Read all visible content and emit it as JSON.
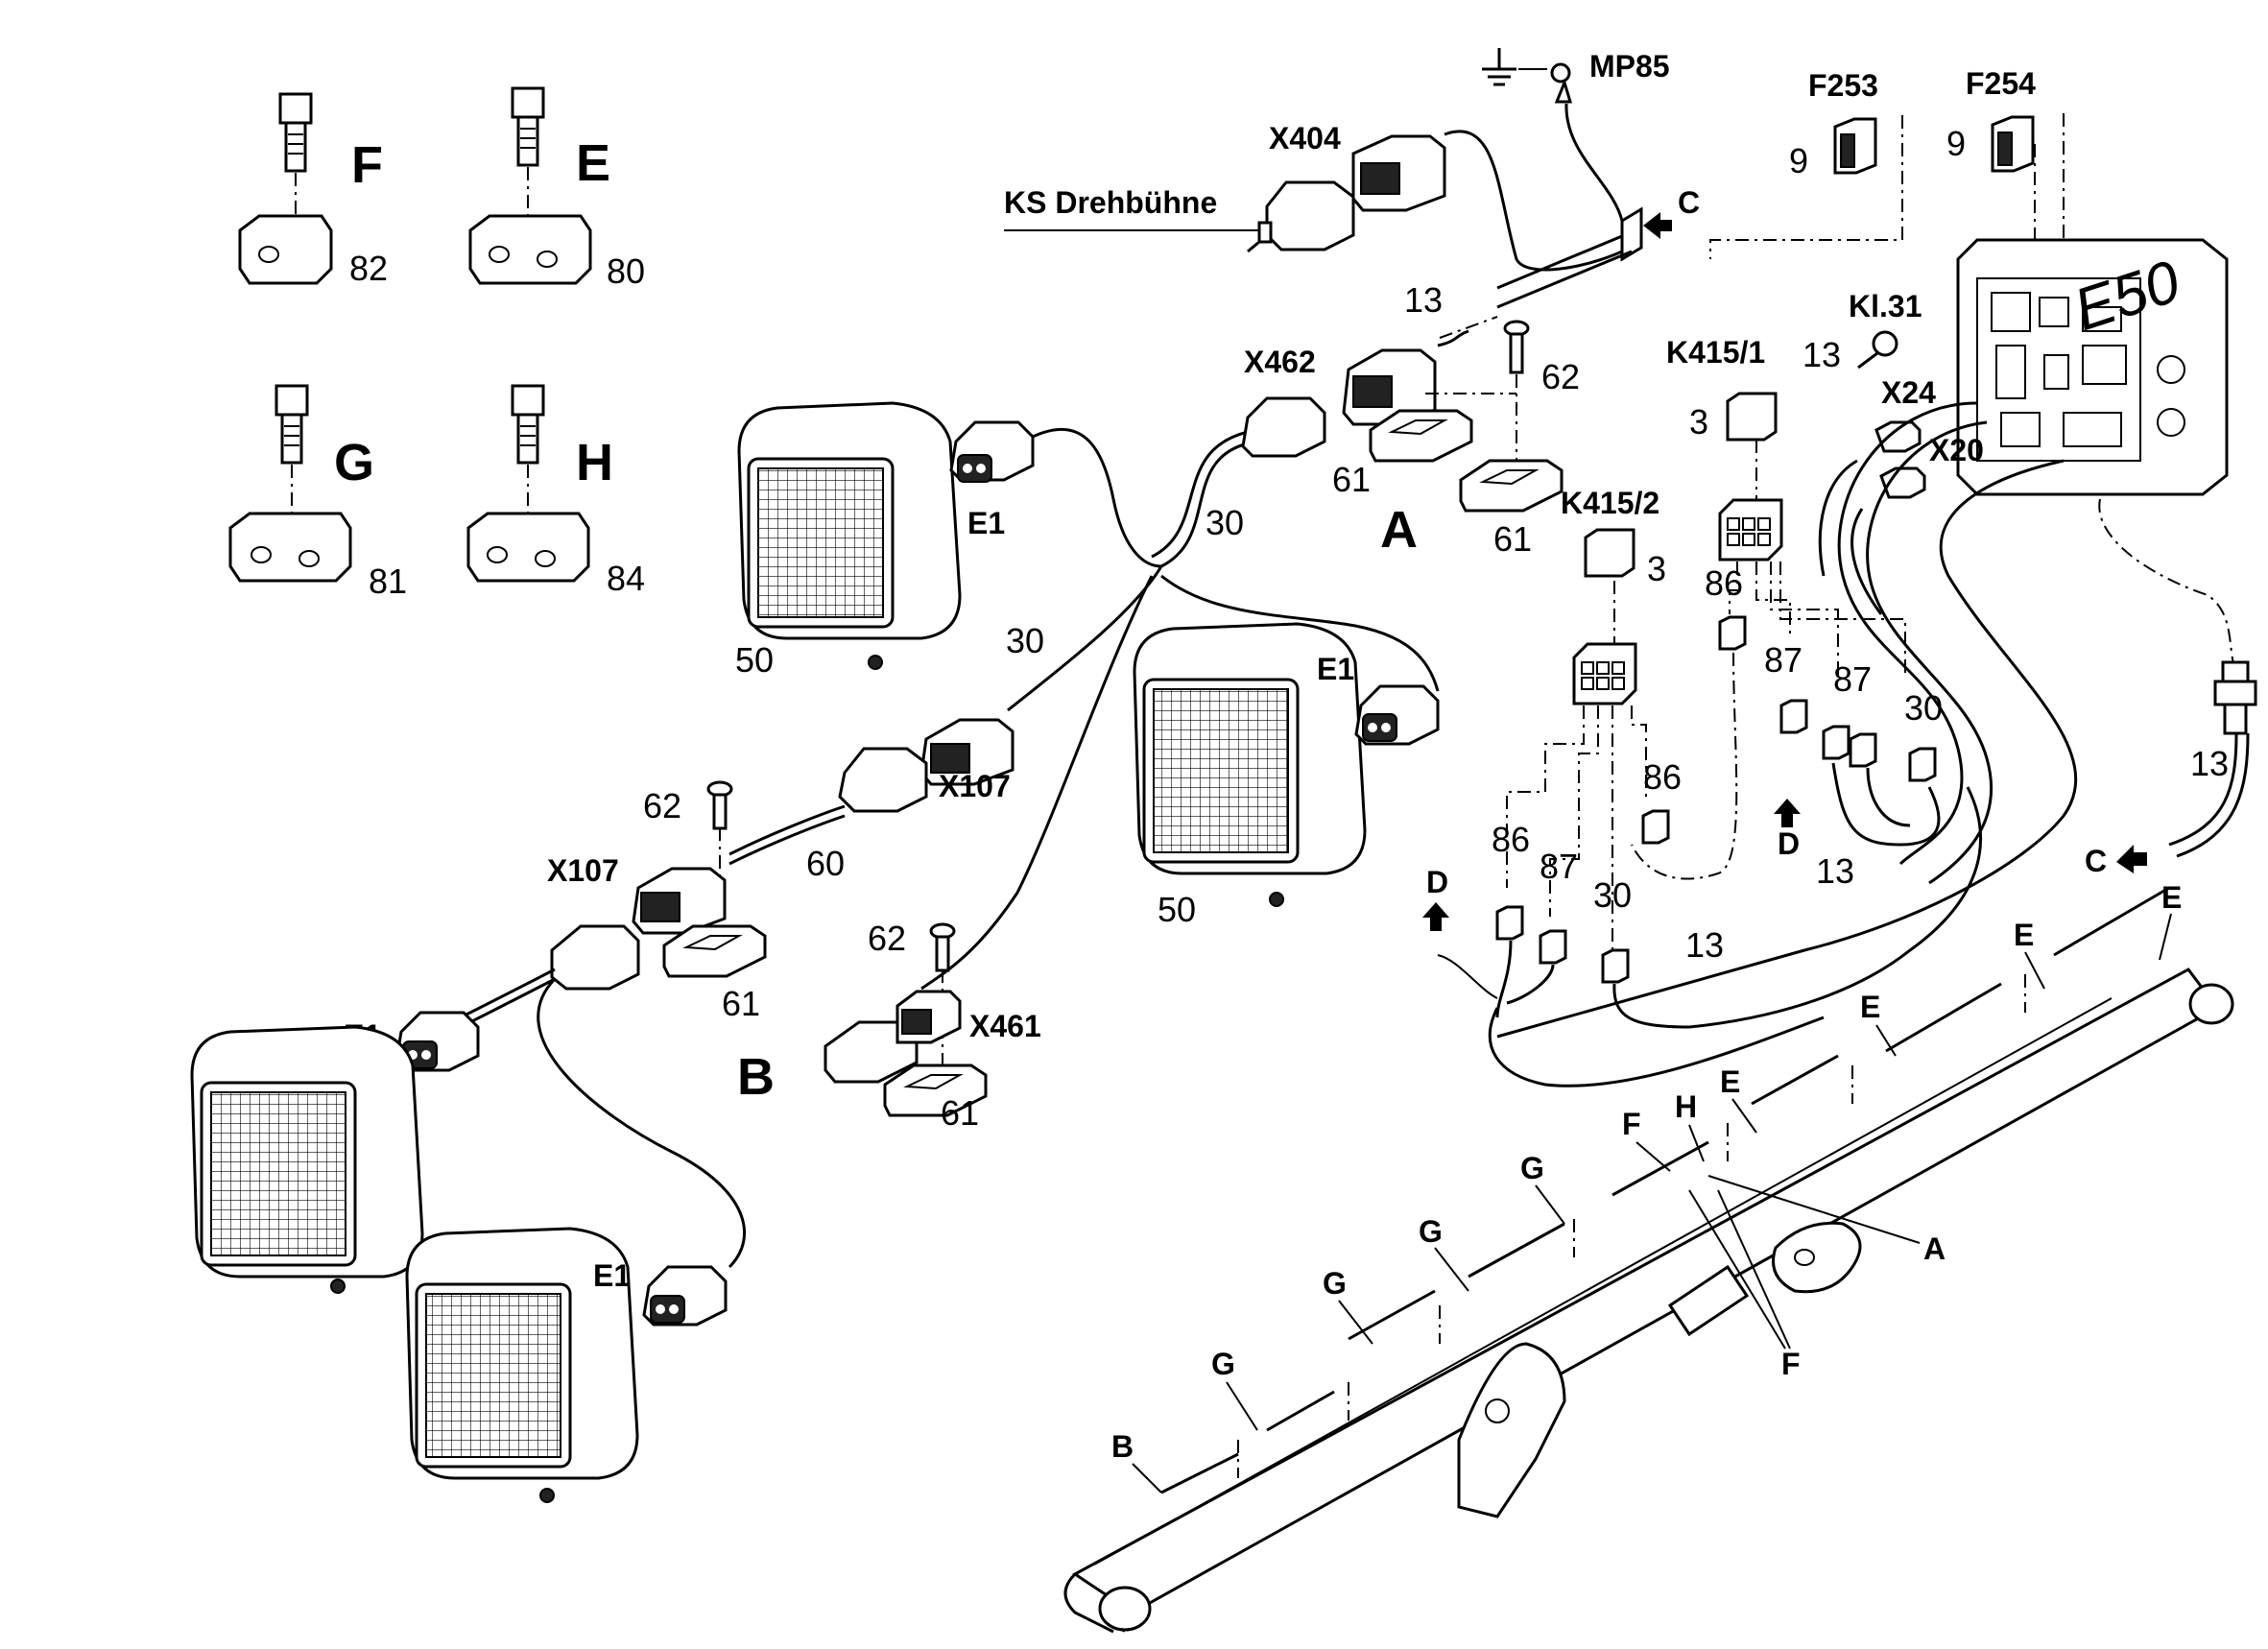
{
  "labels": {
    "F": "F",
    "E": "E",
    "G": "G",
    "H": "H",
    "A": "A",
    "B": "B",
    "n82": "82",
    "n80": "80",
    "n81": "81",
    "n84": "84",
    "MP85": "MP85",
    "X404": "X404",
    "KS": "KS Drehbühne",
    "C": "C",
    "n13": "13",
    "X462": "X462",
    "n62": "62",
    "n61": "61",
    "n30": "30",
    "n50": "50",
    "E1": "E1",
    "X107": "X107",
    "n60": "60",
    "X461": "X461",
    "F253": "F253",
    "F254": "F254",
    "n9": "9",
    "E50": "E50",
    "Kl31": "Kl.31",
    "K4151": "K415/1",
    "K4152": "K415/2",
    "n3": "3",
    "X24": "X24",
    "X20": "X20",
    "n86": "86",
    "n87": "87",
    "D": "D"
  },
  "icons": [
    "bolt-icon",
    "clamp-icon",
    "work-light-icon",
    "connector-icon",
    "relay-icon",
    "fuse-icon",
    "ground-icon",
    "arrow-icon",
    "boom-icon"
  ]
}
